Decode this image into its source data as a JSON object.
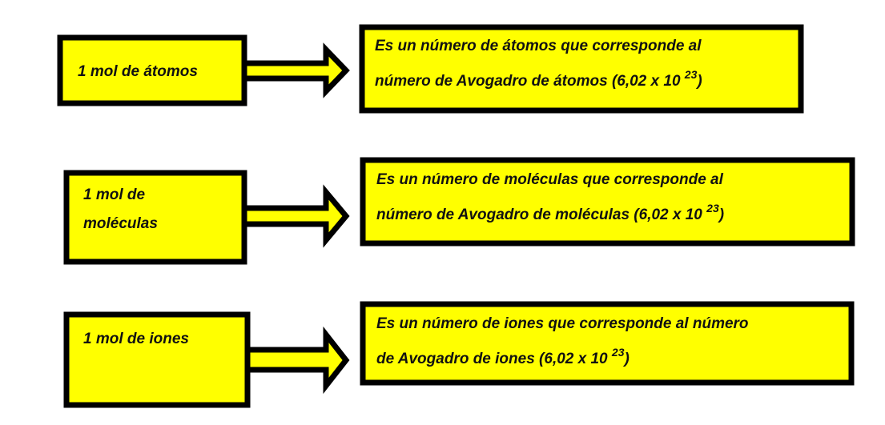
{
  "colors": {
    "fill": "#ffff00",
    "stroke": "#000000"
  },
  "rows": [
    {
      "term": "1 mol de átomos",
      "line1": "Es un número de átomos que corresponde al",
      "line2": "número de Avogadro de átomos (6,02 x 10",
      "exp": "23",
      "close": ")"
    },
    {
      "term1": "1 mol de",
      "term2": "moléculas",
      "line1": "Es un número de moléculas que corresponde al",
      "line2": "número de Avogadro de moléculas (6,02 x 10",
      "exp": "23",
      "close": ")"
    },
    {
      "term": "1 mol de iones",
      "line1": "Es un número de iones que corresponde al número",
      "line2": "de Avogadro de iones (6,02 x 10",
      "exp": "23",
      "close": ")"
    }
  ]
}
